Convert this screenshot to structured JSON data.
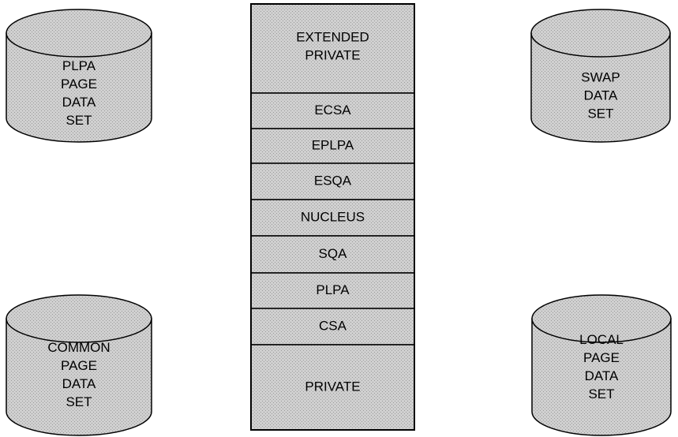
{
  "colors": {
    "background": "#ffffff",
    "stroke": "#000000",
    "dither_light": "#d0d0d0",
    "dither_dark": "#bdbdbd"
  },
  "memory_map": {
    "areas": [
      {
        "lines": [
          "EXTENDED",
          "PRIVATE"
        ]
      },
      {
        "lines": [
          "ECSA"
        ]
      },
      {
        "lines": [
          "EPLPA"
        ]
      },
      {
        "lines": [
          "ESQA"
        ]
      },
      {
        "lines": [
          "NUCLEUS"
        ]
      },
      {
        "lines": [
          "SQA"
        ]
      },
      {
        "lines": [
          "PLPA"
        ]
      },
      {
        "lines": [
          "CSA"
        ]
      },
      {
        "lines": [
          "PRIVATE"
        ]
      }
    ]
  },
  "data_sets": {
    "plpa": {
      "lines": [
        "PLPA",
        "PAGE",
        "DATA",
        "SET"
      ]
    },
    "common": {
      "lines": [
        "COMMON",
        "PAGE",
        "DATA",
        "SET"
      ]
    },
    "swap": {
      "lines": [
        "SWAP",
        "DATA",
        "SET"
      ]
    },
    "local": {
      "lines": [
        "LOCAL",
        "PAGE",
        "DATA",
        "SET"
      ]
    }
  }
}
